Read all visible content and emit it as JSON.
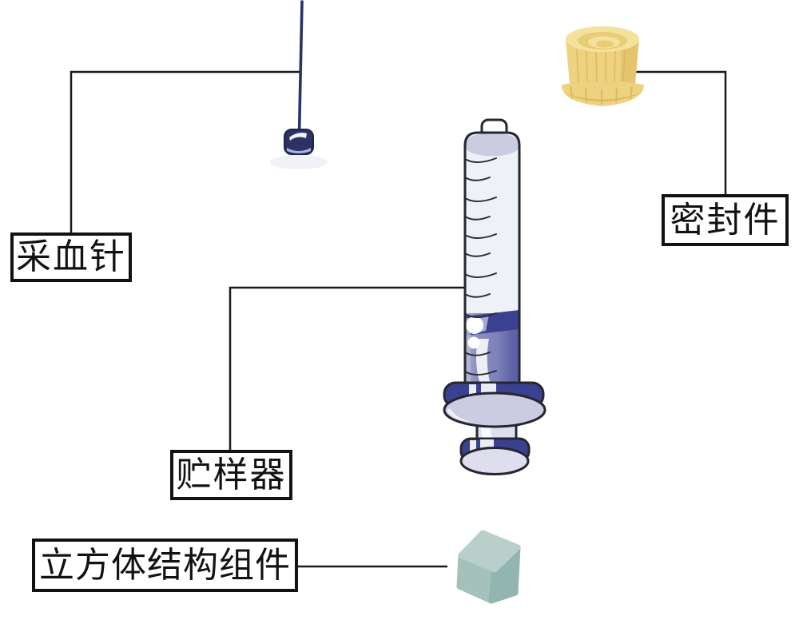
{
  "figure": {
    "title": "blood-collection-device-parts-diagram",
    "background": "#ffffff",
    "labels": {
      "needle": "采血针",
      "seal": "密封件",
      "reservoir": "贮样器",
      "cube": "立方体结构组件"
    },
    "colors": {
      "needle_navy": "#2c3166",
      "syringe_navy": "#3a4191",
      "syringe_lavender": "#cbcbe2",
      "syringe_lavender_light": "#dedeef",
      "glass_light": "#eef1f7",
      "liquid_purple": "#7d81b8",
      "liquid_band_dark": "#474e97",
      "cap_yellow": "#eed27f",
      "cap_yellow_light": "#f3e19c",
      "cap_yellow_mid": "#e8cd74",
      "cap_yellow_dark": "#d8b658",
      "cube_teal_top": "#b9d0ca",
      "cube_teal_left": "#a4c1bb",
      "cube_teal_right": "#93b5b1",
      "line_black": "#1a1a1a",
      "outline_dark": "#26262e"
    }
  }
}
